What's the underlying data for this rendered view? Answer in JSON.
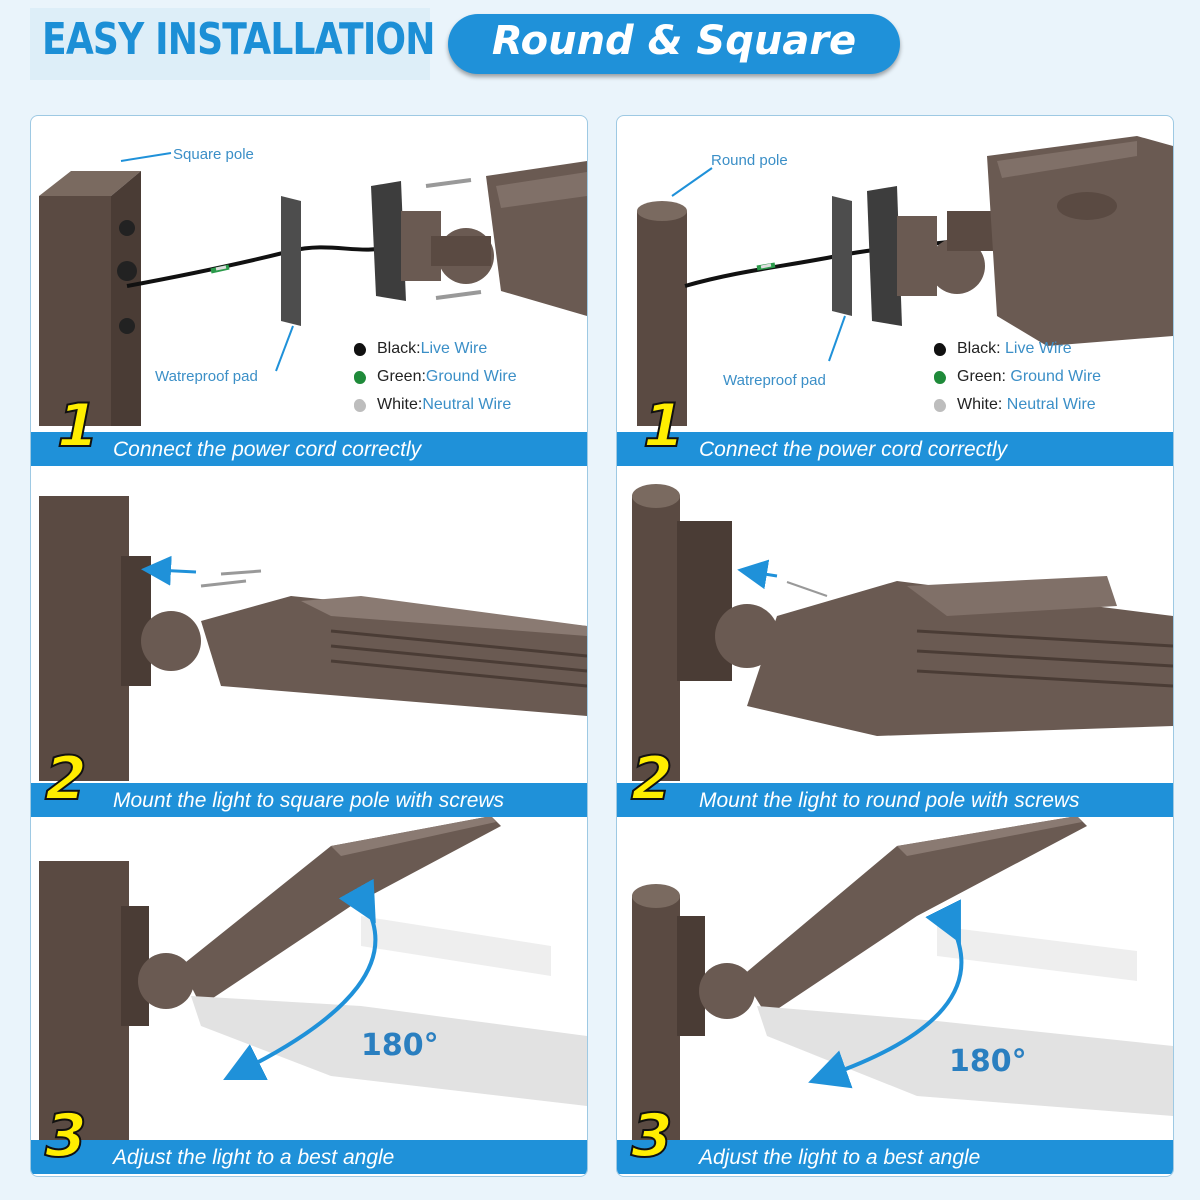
{
  "header": {
    "title": "EASY INSTALLATION",
    "pill": "Round & Square"
  },
  "colors": {
    "brand_blue": "#1f91d9",
    "step_yellow": "#ffee00",
    "pole_brown": "#5a4a42",
    "black_wire": "#111111",
    "green_wire": "#1f8a3a",
    "white_wire": "#bdbdbd"
  },
  "panels": [
    {
      "pole_label": "Square pole",
      "pad_label": "Watreproof pad",
      "legend": [
        {
          "name": "Black:",
          "value": "Live Wire"
        },
        {
          "name": "Green:",
          "value": "Ground Wire"
        },
        {
          "name": "White:",
          "value": "Neutral Wire"
        }
      ],
      "steps": [
        {
          "number": "1",
          "caption": "Connect the power cord correctly"
        },
        {
          "number": "2",
          "caption": "Mount the light to square pole with screws"
        },
        {
          "number": "3",
          "caption": "Adjust the light to a best angle"
        }
      ],
      "angle": "180°"
    },
    {
      "pole_label": "Round pole",
      "pad_label": "Watreproof pad",
      "legend": [
        {
          "name": "Black:",
          "value": " Live Wire"
        },
        {
          "name": "Green:",
          "value": " Ground Wire"
        },
        {
          "name": "White:",
          "value": " Neutral Wire"
        }
      ],
      "steps": [
        {
          "number": "1",
          "caption": "Connect the power cord correctly"
        },
        {
          "number": "2",
          "caption": "Mount the light to round pole with screws"
        },
        {
          "number": "3",
          "caption": "Adjust the light to a best angle"
        }
      ],
      "angle": "180°"
    }
  ]
}
